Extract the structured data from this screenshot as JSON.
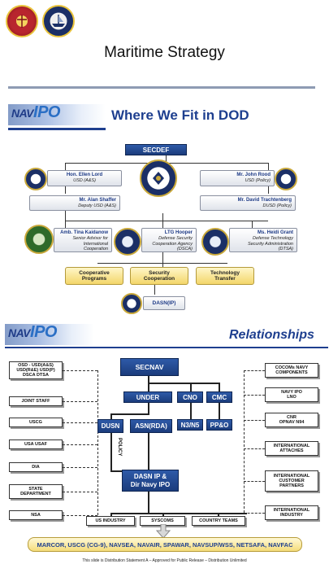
{
  "header": {
    "page_title": "Maritime Strategy"
  },
  "slide1": {
    "brand": {
      "nav": "NAV",
      "ipo": "IPO"
    },
    "title": "Where We Fit in DOD",
    "secdef": "SECDEF",
    "left_top": {
      "name": "Hon. Ellen Lord",
      "role": "USD (A&S)"
    },
    "right_top": {
      "name": "Mr. John Rood",
      "role": "USD (Policy)"
    },
    "left_mid": {
      "name": "Mr. Alan Shaffer",
      "role": "Deputy USD (A&S)"
    },
    "right_mid": {
      "name": "Mr. David Trachtenberg",
      "role": "DUSD (Policy)"
    },
    "amb": {
      "name": "Amb. Tina Kaidanow",
      "role1": "Senior Advisor for",
      "role2": "International",
      "role3": "Cooperation"
    },
    "ltg": {
      "name": "LTG Hooper",
      "role1": "Defense Security",
      "role2": "Cooperation Agency",
      "role3": "(DSCA)"
    },
    "grant": {
      "name": "Ms. Heidi Grant",
      "role1": "Defense Technology",
      "role2": "Security Administration",
      "role3": "(DTSA)"
    },
    "programs": [
      {
        "line1": "Cooperative",
        "line2": "Programs"
      },
      {
        "line1": "Security",
        "line2": "Cooperation"
      },
      {
        "line1": "Technology",
        "line2": "Transfer"
      }
    ],
    "dasn": "DASN(IP)"
  },
  "slide2": {
    "brand": {
      "nav": "NAV",
      "ipo": "IPO"
    },
    "title": "Relationships",
    "left_boxes": [
      {
        "lines": [
          "OSD - USD(A&S)",
          "USD(R&E) USD(P)",
          "DSCA DTSA"
        ]
      },
      {
        "lines": [
          "JOINT STAFF"
        ]
      },
      {
        "lines": [
          "USCG"
        ]
      },
      {
        "lines": [
          "USA USAF"
        ]
      },
      {
        "lines": [
          "DIA"
        ]
      },
      {
        "lines": [
          "STATE",
          "DEPARTMENT"
        ]
      },
      {
        "lines": [
          "NSA"
        ]
      }
    ],
    "right_boxes": [
      {
        "lines": [
          "COCOMs NAVY",
          "COMPONENTS"
        ]
      },
      {
        "lines": [
          "NAVY IPO",
          "LNO"
        ]
      },
      {
        "lines": [
          "CNR",
          "OPNAV N94"
        ]
      },
      {
        "lines": [
          "INTERNATIONAL",
          "ATTACHES"
        ]
      },
      {
        "lines": [
          "INTERNATIONAL",
          "CUSTOMER",
          "PARTNERS"
        ]
      },
      {
        "lines": [
          "INTERNATIONAL",
          "INDUSTRY"
        ]
      }
    ],
    "secnav": "SECNAV",
    "under": "UNDER",
    "cno": "CNO",
    "cmc": "CMC",
    "dusn": "DUSN",
    "asn": "ASN(RDA)",
    "n3n5": "N3/N5",
    "ppo": "PP&O",
    "policy": "POLICY",
    "dasn_line1": "DASN IP &",
    "dasn_line2": "Dir Navy IPO",
    "bottom_boxes": [
      "US INDUSTRY",
      "SYSCOMS",
      "COUNTRY TEAMS"
    ],
    "banner": "MARCOR, USCG (CG-9), NAVSEA, NAVAIR, SPAWAR, NAVSUP/WSS, NETSAFA, NAVFAC",
    "footer": "This slide is Distribution Statement A – Approved for Public Release – Distribution Unlimited"
  },
  "colors": {
    "navy": "#1e3f8f",
    "yellow": "#f3d66a",
    "box_blue": "#2e5aa8"
  }
}
